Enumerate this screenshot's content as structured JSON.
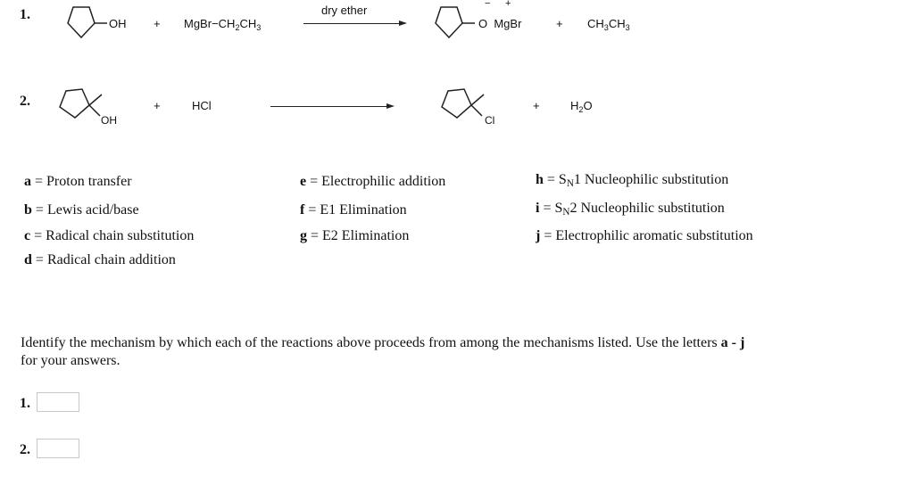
{
  "reactions": [
    {
      "number": "1.",
      "reactant1_group": "OH",
      "plus1": "+",
      "reactant2_pre": "MgBr",
      "reactant2_dash": "−",
      "reactant2_main": "CH",
      "reactant2_sub1": "2",
      "reactant2_mid": "CH",
      "reactant2_sub2": "3",
      "condition": "dry ether",
      "product_minus": "−",
      "product_plus": "+",
      "product_group": "O  MgBr",
      "plus2": "+",
      "byproduct_a": "CH",
      "byproduct_sub1": "3",
      "byproduct_b": "CH",
      "byproduct_sub2": "3"
    },
    {
      "number": "2.",
      "reactant1_group": "OH",
      "plus1": "+",
      "reactant2": "HCl",
      "product_group": "Cl",
      "plus2": "+",
      "byproduct_a": "H",
      "byproduct_sub": "2",
      "byproduct_b": "O"
    }
  ],
  "mechanisms": [
    {
      "letter": "a",
      "eq": " = ",
      "text": "Proton transfer"
    },
    {
      "letter": "b",
      "eq": " = ",
      "text": "Lewis acid/base"
    },
    {
      "letter": "c",
      "eq": " = ",
      "text": "Radical chain substitution"
    },
    {
      "letter": "d",
      "eq": " = ",
      "text": "Radical chain addition"
    },
    {
      "letter": "e",
      "eq": " = ",
      "text": "Electrophilic addition"
    },
    {
      "letter": "f",
      "eq": " = ",
      "text": "E1 Elimination"
    },
    {
      "letter": "g",
      "eq": " = ",
      "text": "E2 Elimination"
    },
    {
      "letter": "h",
      "eq": " = S",
      "sub": "N",
      "text": "1 Nucleophilic substitution"
    },
    {
      "letter": "i",
      "eq": " = S",
      "sub": "N",
      "text": "2 Nucleophilic substitution"
    },
    {
      "letter": "j",
      "eq": " = ",
      "text": "Electrophilic aromatic substitution"
    }
  ],
  "instruction": {
    "text": "Identify the mechanism by which each of the reactions above proceeds from among the mechanisms listed. Use the letters ",
    "letters": "a - j",
    "tail": "for your answers."
  },
  "answers": [
    {
      "label": "1.",
      "value": ""
    },
    {
      "label": "2.",
      "value": ""
    }
  ]
}
